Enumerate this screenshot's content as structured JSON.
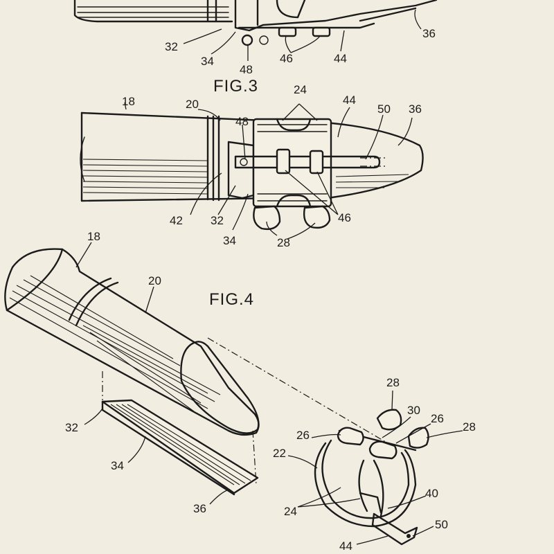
{
  "figures": {
    "fig3": {
      "title": "FIG.3"
    },
    "fig4": {
      "title": "FIG.4"
    }
  },
  "fig2_partial": {
    "labels": {
      "l32": "32",
      "l34": "34",
      "l48": "48",
      "l46": "46",
      "l44": "44",
      "l36": "36"
    }
  },
  "fig3": {
    "labels": {
      "l18": "18",
      "l20": "20",
      "l48": "48",
      "l24": "24",
      "l44": "44",
      "l50": "50",
      "l36": "36",
      "l42": "42",
      "l32": "32",
      "l34": "34",
      "l28": "28",
      "l46": "46"
    }
  },
  "fig4": {
    "labels": {
      "l18": "18",
      "l20": "20",
      "l32": "32",
      "l34": "34",
      "l36": "36",
      "l28a": "28",
      "l30": "30",
      "l26a": "26",
      "l26b": "26",
      "l28b": "28",
      "l22": "22",
      "l40": "40",
      "l24": "24",
      "l50": "50",
      "l44": "44"
    }
  }
}
